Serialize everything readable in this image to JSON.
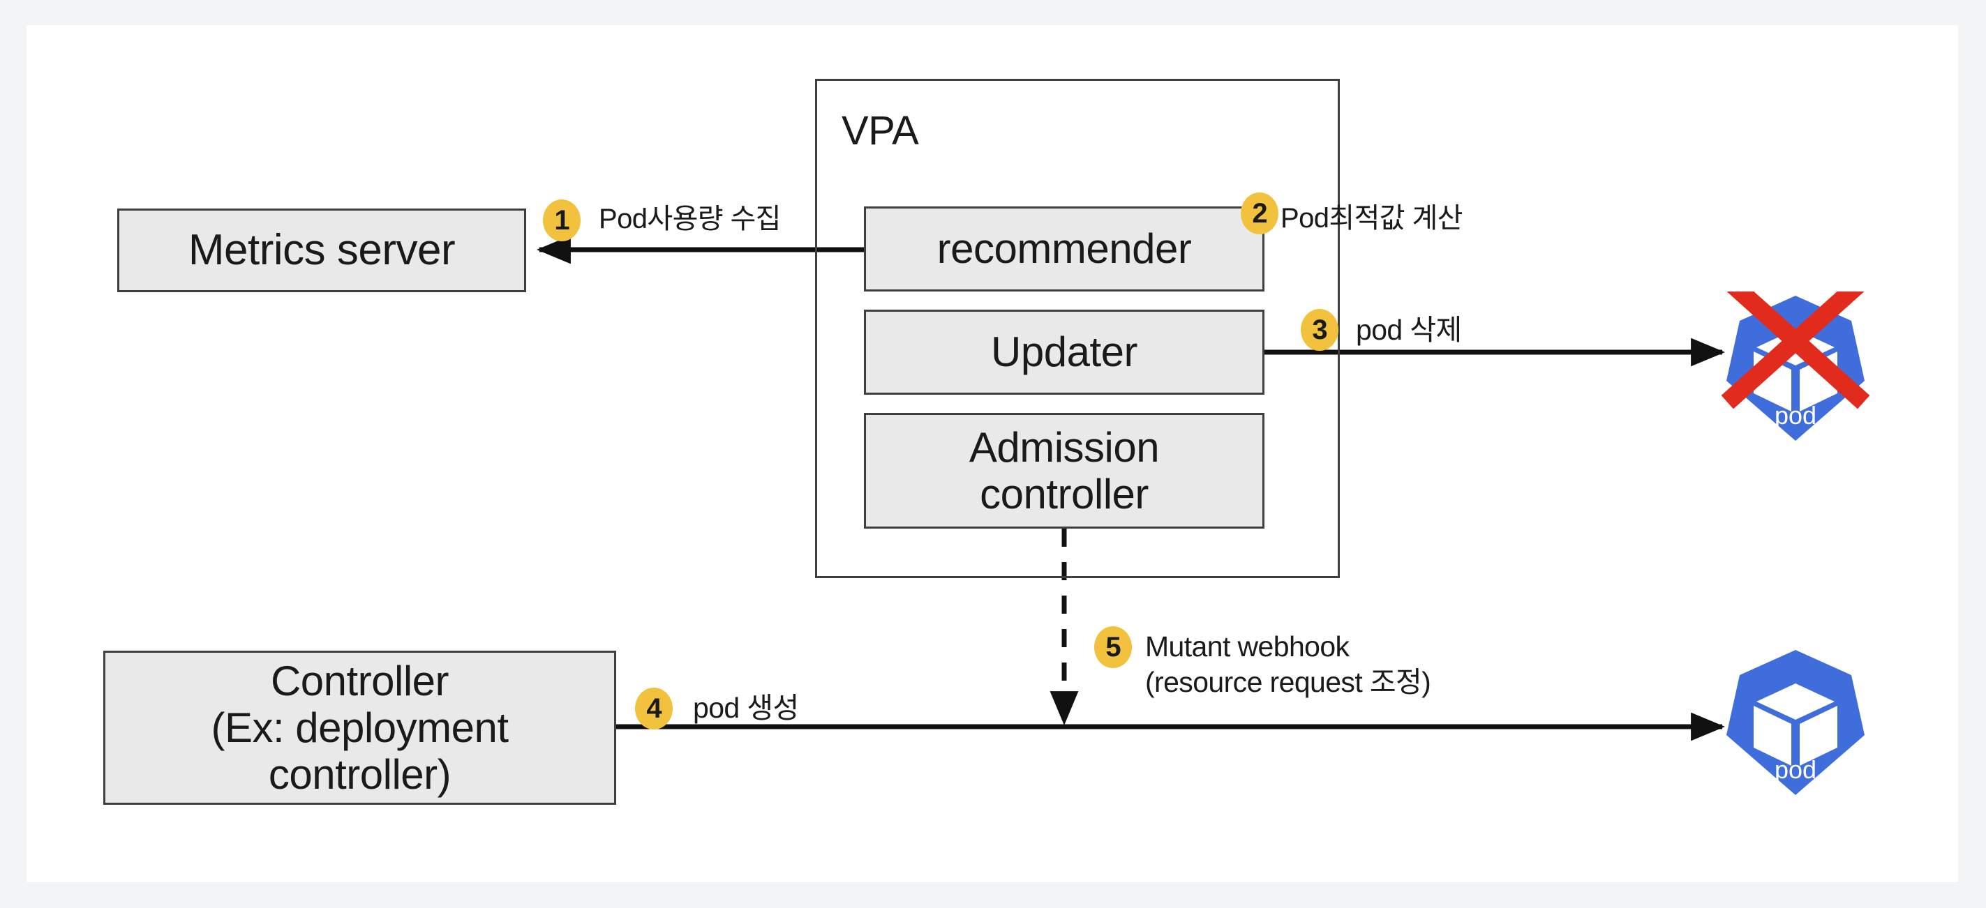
{
  "canvas": {
    "background": "#ffffff",
    "page_background": "#f3f4f6"
  },
  "colors": {
    "badge": "#f2c23e",
    "node_fill": "#e9e9e9",
    "node_stroke": "#3f3f3f",
    "line": "#111111",
    "pod_blue": "#3f6ddb",
    "delete_red": "#e02b1d"
  },
  "nodes": {
    "metrics_server": {
      "label": "Metrics server"
    },
    "vpa": {
      "title": "VPA"
    },
    "recommender": {
      "label": "recommender"
    },
    "updater": {
      "label": "Updater"
    },
    "admission_controller": {
      "label": "Admission\ncontroller"
    },
    "controller": {
      "label": "Controller\n(Ex: deployment\ncontroller)"
    }
  },
  "pods": {
    "deleted": {
      "label": "pod",
      "state": "deleted"
    },
    "created": {
      "label": "pod",
      "state": "created"
    }
  },
  "steps": [
    {
      "number": "1",
      "label": "Pod사용량 수집"
    },
    {
      "number": "2",
      "label": "Pod최적값 계산"
    },
    {
      "number": "3",
      "label": "pod 삭제"
    },
    {
      "number": "4",
      "label": "pod 생성"
    },
    {
      "number": "5",
      "label": "Mutant webhook\n(resource request 조정)"
    }
  ]
}
